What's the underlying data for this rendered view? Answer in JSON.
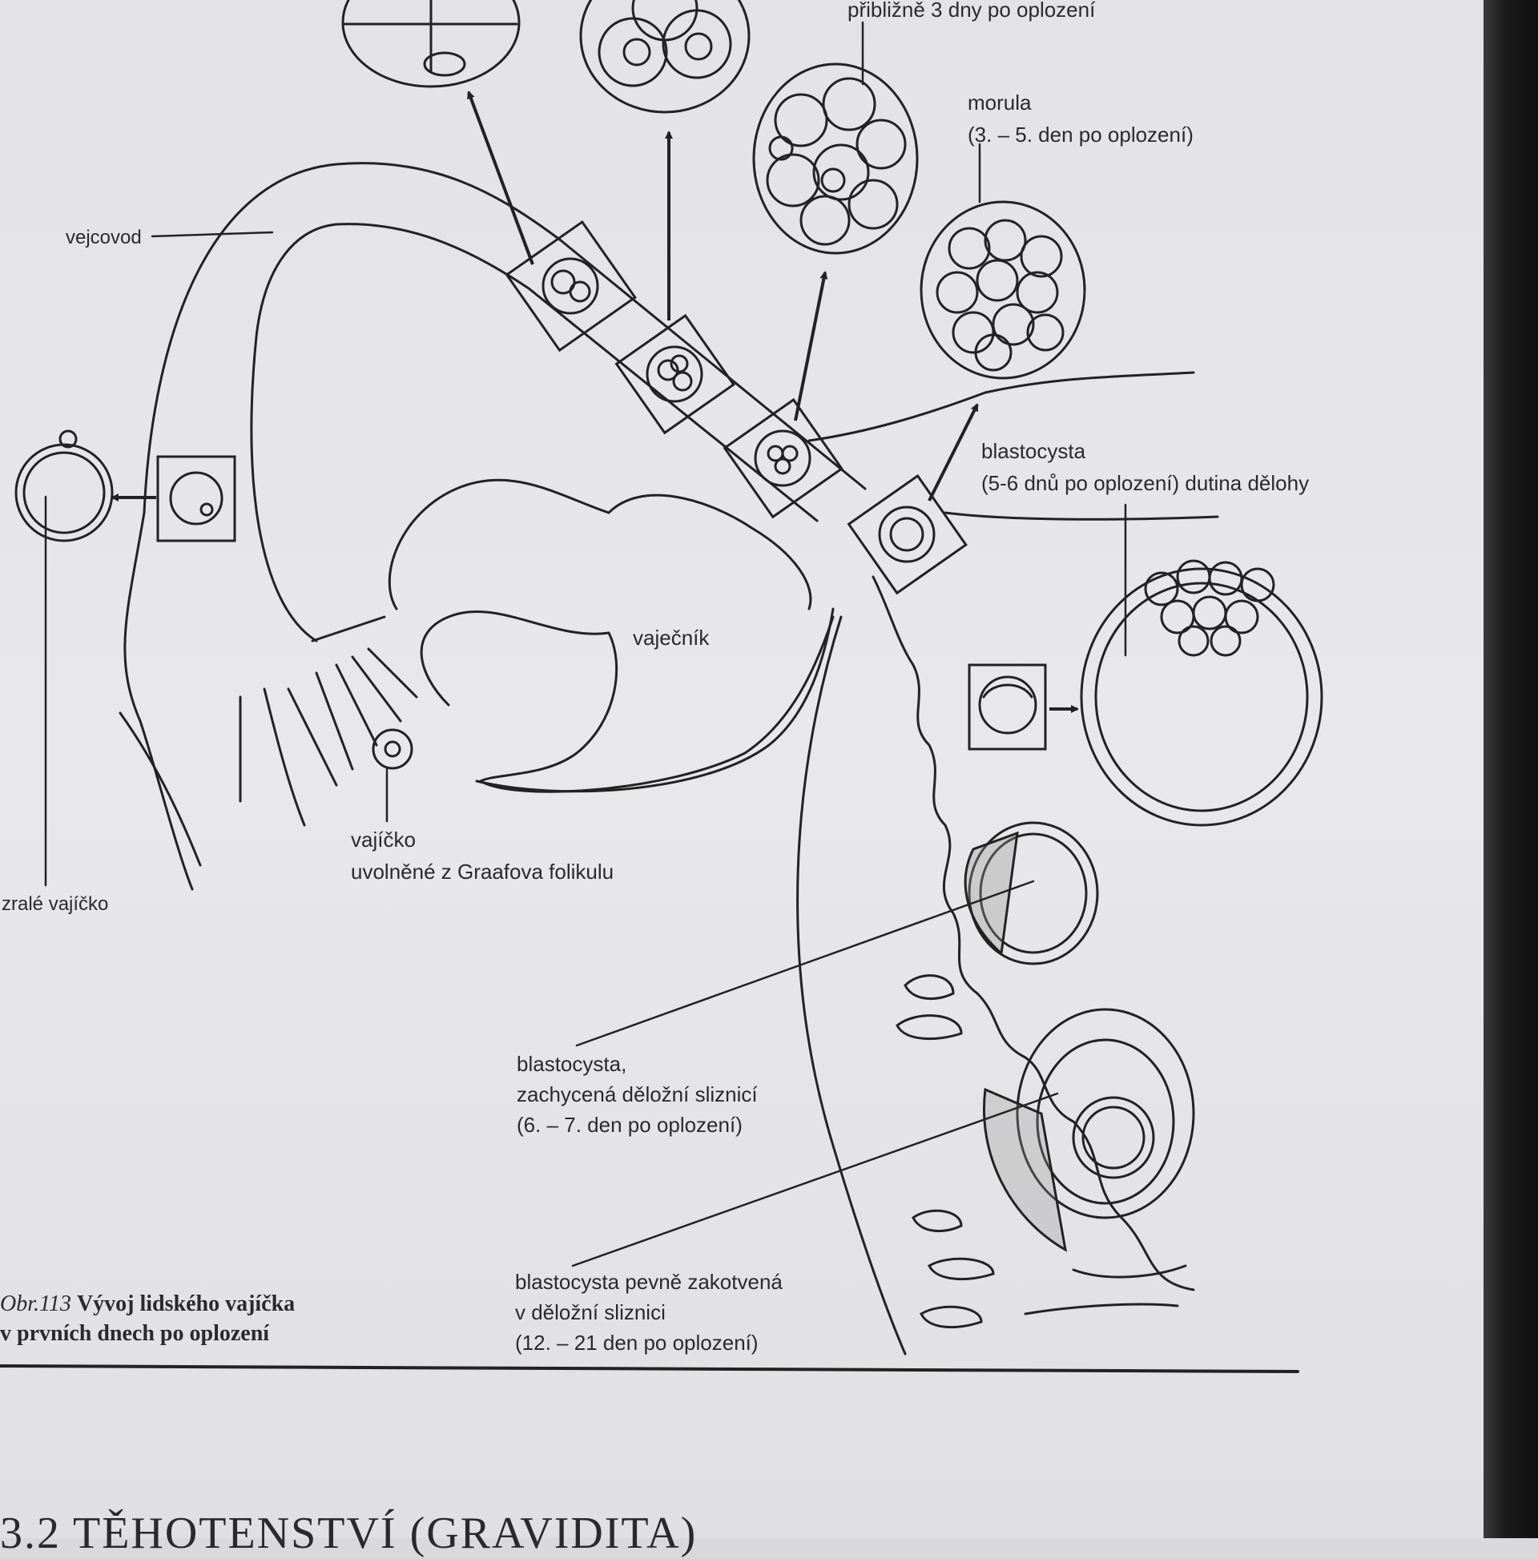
{
  "labels": {
    "top": "přibližně 3 dny po oplození",
    "morula": "morula",
    "morula_time": "(3. – 5. den po oplození)",
    "vejcovod": "vejcovod",
    "blastocysta": "blastocysta",
    "blastocysta_time": "(5-6 dnů po oplození) dutina dělohy",
    "vajecnik": "vaječník",
    "vajicko": "vajíčko",
    "vajicko_sub": "uvolněné z Graafova folikulu",
    "zrale": "zralé vajíčko",
    "zachycena_1": "blastocysta,",
    "zachycena_2": "zachycená děložní sliznicí",
    "zachycena_3": "(6. – 7. den po oplození)",
    "zakotvena_1": "blastocysta pevně zakotvená",
    "zakotvena_2": "v děložní sliznici",
    "zakotvena_3": "(12. – 21 den po oplození)"
  },
  "caption": {
    "number": "Obr.113",
    "line1": "Vývoj lidského vajíčka",
    "line2": "v prvních dnech po oplození"
  },
  "heading": "3.2 TĚHOTENSTVÍ (GRAVIDITA)"
}
